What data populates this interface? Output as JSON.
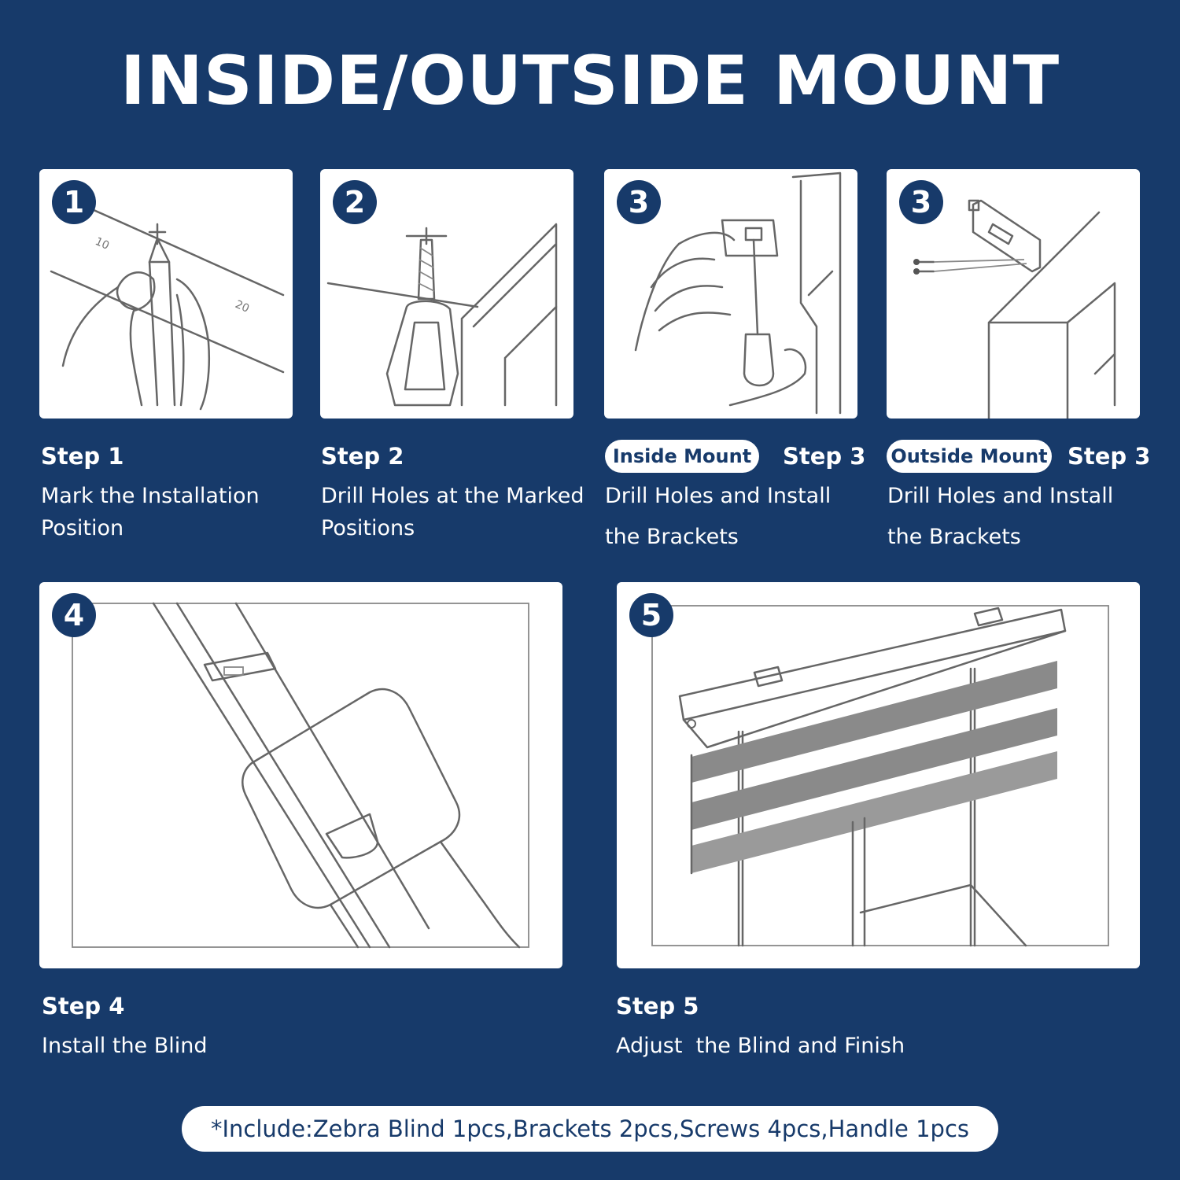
{
  "title": "INSIDE/OUTSIDE MOUNT",
  "steps": [
    {
      "badge": "1",
      "title": "Step 1",
      "line1": "Mark the Installation",
      "line2": "Position"
    },
    {
      "badge": "2",
      "title": "Step 2",
      "line1": "Drill Holes at the Marked",
      "line2": "Positions"
    },
    {
      "badge": "3",
      "tag": "Inside Mount",
      "title": "Step 3",
      "line1": "Drill Holes and Install",
      "line2": "the Brackets"
    },
    {
      "badge": "3",
      "tag": "Outside Mount",
      "title": "Step 3",
      "line1": "Drill Holes and Install",
      "line2": "the Brackets"
    },
    {
      "badge": "4",
      "title": "Step 4",
      "line1": "Install the Blind"
    },
    {
      "badge": "5",
      "title": "Step 5",
      "line1": "Adjust  the Blind and Finish"
    }
  ],
  "ruler_marks": [
    "10",
    "20"
  ],
  "footer": "*Include:Zebra Blind 1pcs,Brackets 2pcs,Screws 4pcs,Handle 1pcs"
}
